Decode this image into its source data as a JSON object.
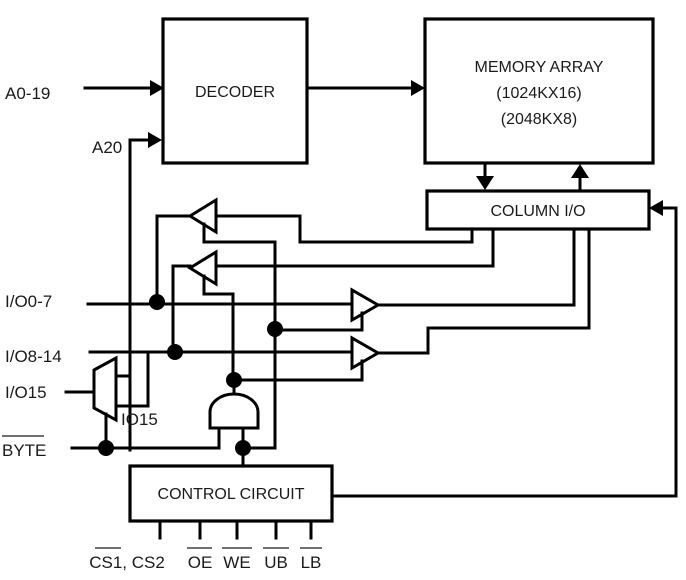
{
  "diagram": {
    "type": "block-diagram",
    "blocks": {
      "decoder": {
        "label": "DECODER"
      },
      "memory_array": {
        "label": "MEMORY ARRAY",
        "line2": "(1024KX16)",
        "line3": "(2048KX8)"
      },
      "column_io": {
        "label": "COLUMN I/O"
      },
      "control_circuit": {
        "label": "CONTROL CIRCUIT"
      }
    },
    "signals": {
      "a0_19": "A0-19",
      "a20": "A20",
      "io0_7": "I/O0-7",
      "io8_14": "I/O8-14",
      "io15": "I/O15",
      "byte": "BYTE",
      "io15_internal": "IO15"
    },
    "control_pins": [
      {
        "label": "CS1, CS2",
        "overline": "CS1"
      },
      {
        "label": "OE",
        "overline": "OE"
      },
      {
        "label": "WE",
        "overline": "WE"
      },
      {
        "label": "UB",
        "overline": "UB"
      },
      {
        "label": "LB",
        "overline": "LB"
      }
    ]
  }
}
